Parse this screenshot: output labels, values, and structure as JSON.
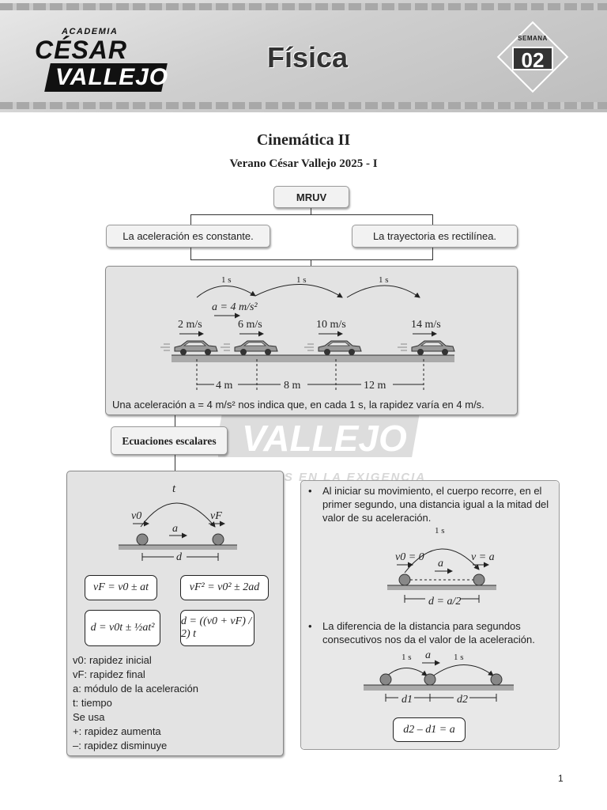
{
  "header": {
    "logo_top": "ACADEMIA",
    "logo_mid": "CÉSAR",
    "logo_bottom": "VALLEJO",
    "subject": "Física",
    "week_label": "SEMANA",
    "week_number": "02"
  },
  "title": "Cinemática II",
  "subtitle": "Verano César Vallejo 2025 - I",
  "mruv": {
    "label": "MRUV",
    "left_box": "La aceleración es constante.",
    "right_box": "La trayectoria es rectilínea."
  },
  "cars": {
    "time_labels": [
      "1 s",
      "1 s",
      "1 s"
    ],
    "acceleration": "a = 4 m/s²",
    "speeds": [
      "2 m/s",
      "6 m/s",
      "10 m/s",
      "14 m/s"
    ],
    "distances": [
      "4 m",
      "8 m",
      "12 m"
    ],
    "caption": "Una aceleración a = 4 m/s² nos indica que, en cada 1 s, la rapidez varía en 4 m/s."
  },
  "equations": {
    "label": "Ecuaciones escalares",
    "diagram": {
      "t": "t",
      "v0": "v0",
      "vf": "vF",
      "a": "a",
      "d": "d"
    },
    "eq1": "vF = v0 ± at",
    "eq2": "vF² = v0² ± 2ad",
    "eq3": "d = v0t ± ½at²",
    "eq4": "d = ((v0 + vF) / 2) t",
    "legend": [
      "v0: rapidez inicial",
      "vF: rapidez final",
      "a: módulo de la aceleración",
      "t: tiempo",
      "Se usa",
      "+: rapidez aumenta",
      "–: rapidez disminuye"
    ]
  },
  "properties": {
    "bullet1": "Al iniciar su movimiento, el cuerpo recorre, en el primer segundo, una distancia igual a la mitad del valor de su aceleración.",
    "d1": {
      "time": "1 s",
      "v0": "v0 = 0",
      "a": "a",
      "v": "v = a",
      "d": "d = a/2"
    },
    "bullet2": "La diferencia de la distancia para segundos consecutivos nos da el valor de la aceleración.",
    "d2": {
      "t1": "1 s",
      "t2": "1 s",
      "a": "a",
      "d1": "d1",
      "d2": "d2",
      "eq": "d2 – d1 = a"
    }
  },
  "watermark": {
    "line1": "ACADEMIA",
    "line2": "CÉSAR",
    "line3": "VALLEJO",
    "line4": "CREEMOS EN LA EXIGENCIA"
  },
  "page_number": "1"
}
